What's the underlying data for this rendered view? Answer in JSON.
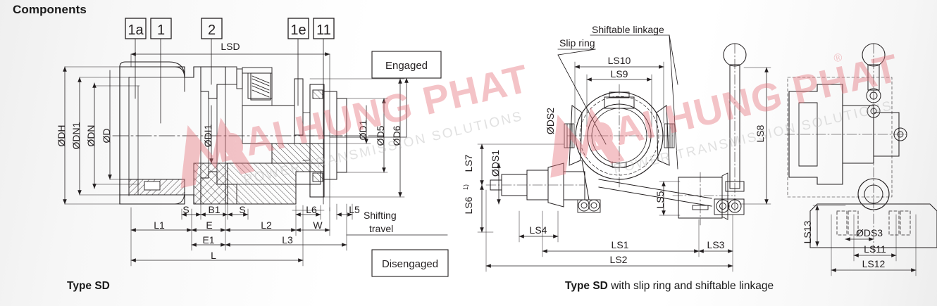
{
  "page": {
    "title": "Components",
    "background_color": "#ffffff",
    "line_color": "#231f20",
    "watermark_color": "#e8a0a4"
  },
  "watermark": {
    "brand": "DAI HUNG PHAT",
    "tagline": "POWER TRANSMISSION SOLUTIONS",
    "registered_mark": "®"
  },
  "figures": [
    {
      "id": "type-sd",
      "caption_bold": "Type SD",
      "caption_rest": "",
      "callouts": [
        "1a",
        "1",
        "2",
        "1e",
        "11"
      ],
      "state_boxes": [
        "Engaged",
        "Disengaged"
      ],
      "notes": [
        "Shifting",
        "travel"
      ],
      "diameter_dims": [
        "ØDH",
        "ØDN1",
        "ØDN",
        "ØD",
        "ØDI1",
        "ØD1",
        "ØD5",
        "ØD6"
      ],
      "length_dims": [
        "LSD",
        "S",
        "B1",
        "S",
        "L6",
        "L5",
        "L1",
        "E",
        "L2",
        "W",
        "E1",
        "L3",
        "L"
      ]
    },
    {
      "id": "type-sd-slipring",
      "caption_bold": "Type SD",
      "caption_rest": " with slip ring and shiftable linkage",
      "leader_labels": [
        "Shiftable linkage",
        "Slip ring"
      ],
      "diameter_dims": [
        "ØDS2",
        "ØDS1",
        "ØDS3"
      ],
      "length_dims": [
        "LS10",
        "LS9",
        "LS7",
        "LS6",
        "LS5",
        "LS4",
        "LS1",
        "LS3",
        "LS2",
        "LS8",
        "LS13",
        "LS11",
        "LS12"
      ],
      "footnote_marker": "1)"
    }
  ],
  "labels": {
    "components": "Components",
    "engaged": "Engaged",
    "disengaged": "Disengaged",
    "shifting": "Shifting",
    "travel": "travel",
    "shiftable_linkage": "Shiftable linkage",
    "slip_ring": "Slip ring",
    "type_sd": "Type SD",
    "slipring_caption_rest": " with slip ring and shiftable linkage",
    "c_1a": "1a",
    "c_1": "1",
    "c_2": "2",
    "c_1e": "1e",
    "c_11": "11",
    "LSD": "LSD",
    "dDH": "ØDH",
    "dDN1": "ØDN1",
    "dDN": "ØDN",
    "dD": "ØD",
    "dDI1": "ØDI1",
    "dD1": "ØD1",
    "dD5": "ØD5",
    "dD6": "ØD6",
    "S1": "S",
    "B1": "B1",
    "S2": "S",
    "L6": "L6",
    "L5": "L5",
    "L1": "L1",
    "E": "E",
    "L2": "L2",
    "W": "W",
    "E1": "E1",
    "L3": "L3",
    "L": "L",
    "LS10": "LS10",
    "LS9": "LS9",
    "LS7": "LS7",
    "LS6": "LS6",
    "LS6sup": "1)",
    "LS5": "LS5",
    "LS4": "LS4",
    "LS1": "LS1",
    "LS3": "LS3",
    "LS2": "LS2",
    "LS8": "LS8",
    "LS13": "LS13",
    "LS11": "LS11",
    "LS12": "LS12",
    "dDS1": "ØDS1",
    "dDS2": "ØDS2",
    "dDS3": "ØDS3"
  }
}
